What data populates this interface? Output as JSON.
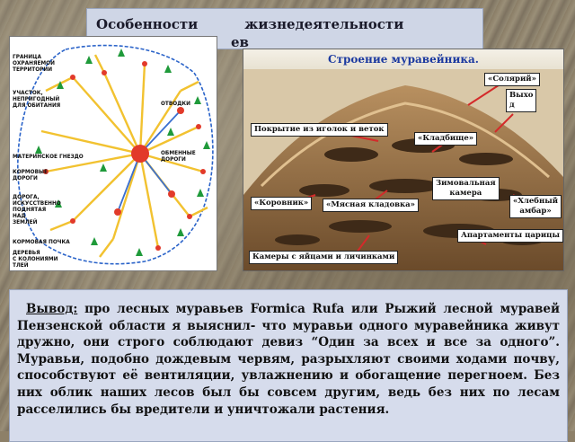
{
  "title": {
    "part1": "Особенности",
    "part2": "жизнедеятельности",
    "part3": "ев"
  },
  "map": {
    "labels": {
      "border": [
        "ГРАНИЦА",
        "ОХРАНЯЕМОЙ",
        "ТЕРРИТОРИИ"
      ],
      "unsuitable": [
        "УЧАСТОК,",
        "НЕПРИГОДНЫЙ",
        "ДЛЯ ОБИТАНИЯ"
      ],
      "outposts": "ОТВОДКИ",
      "mother_nest": "МАТЕРИНСКОЕ ГНЕЗДО",
      "feeding_roads": [
        "КОРМОВЫЕ",
        "ДОРОГИ"
      ],
      "exchange_roads": [
        "ОБМЕННЫЕ",
        "ДОРОГИ"
      ],
      "raised_road": [
        "ДОРОГА,",
        "ИСКУССТВЕННО",
        "ПОДНЯТАЯ",
        "НАД",
        "ЗЕМЛЕЙ"
      ],
      "feeding_nest": "КОРМОВАЯ ПОЧКА",
      "aphid_trees": [
        "ДЕРЕВЬЯ",
        "С КОЛОНИЯМИ",
        "ТЛЕЙ"
      ]
    }
  },
  "diagram": {
    "title": "Строение муравейника.",
    "labels": {
      "solarium": "«Солярий»",
      "exit": "Выхо\nд",
      "cover": "Покрытие из иголок и веток",
      "cemetery": "«Кладбище»",
      "winter_chamber": "Зимовальная\nкамера",
      "cowshed": "«Коровник»",
      "meat_pantry": "«Мясная кладовка»",
      "grain_barn": "«Хлебный\nамбар»",
      "queen_apartments": "Апартаменты царицы",
      "egg_chambers": "Камеры с яйцами и личинками"
    }
  },
  "conclusion": {
    "lead": "Вывод:",
    "text": " про лесных муравьев Formica Rufa или Рыжий лесной муравей Пензенской области я выяснил-  что муравьи одного муравейника живут дружно, они строго соблюдают девиз “Один за всех и все за одного”. Муравьи, подобно дождевым червям, разрыхляют своими ходами почву, способствуют её вентиляции, увлажнению и обогащение перегноем. Без них облик наших лесов был бы совсем другим, ведь без них по лесам расселились бы вредители и уничтожали растения."
  }
}
